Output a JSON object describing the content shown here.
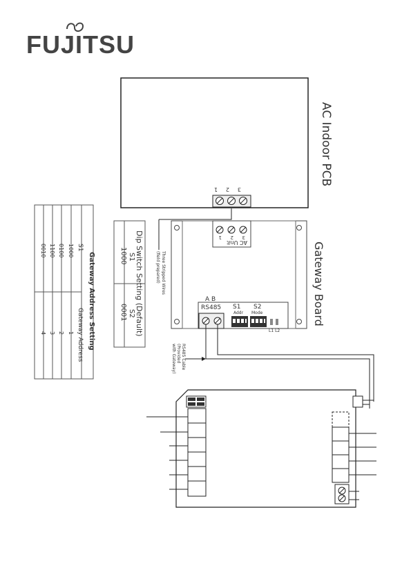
{
  "brand": {
    "logo_text": "FUJITSU"
  },
  "ac_pcb": {
    "title": "AC Indoor PCB",
    "terminal_numbers": [
      "1",
      "2",
      "3"
    ]
  },
  "gateway": {
    "title": "Gateway Board",
    "ac_unit_label": "AC Unit",
    "ac_terminal_numbers": [
      "1",
      "2",
      "3"
    ],
    "rs485_label": "RS485",
    "ab_label": "A B",
    "s1_label": "S1",
    "s1_sub": "Addr",
    "s2_label": "S2",
    "s2_sub": "Mode",
    "leds_label": "L1 L2"
  },
  "wires": {
    "three_wires_note_1": "Three Stripped Wires",
    "three_wires_note_2": "(field prepared)",
    "rs485_cable_1": "RS485 Cable",
    "rs485_cable_2": "(Provided",
    "rs485_cable_3": "with Gateway)"
  },
  "dip_table": {
    "title": "Dip Switch Setting (Default)",
    "col1_header": "S1",
    "col2_header": "S2",
    "col1_value": "1000",
    "col2_value": "0001"
  },
  "address_table": {
    "title": "Gateway Address Setting",
    "col1_header": "S1",
    "col2_header": "Gateway Address",
    "rows": [
      {
        "s1": "1000",
        "addr": "1"
      },
      {
        "s1": "0100",
        "addr": "2"
      },
      {
        "s1": "1100",
        "addr": "3"
      },
      {
        "s1": "0010",
        "addr": "4"
      }
    ]
  }
}
